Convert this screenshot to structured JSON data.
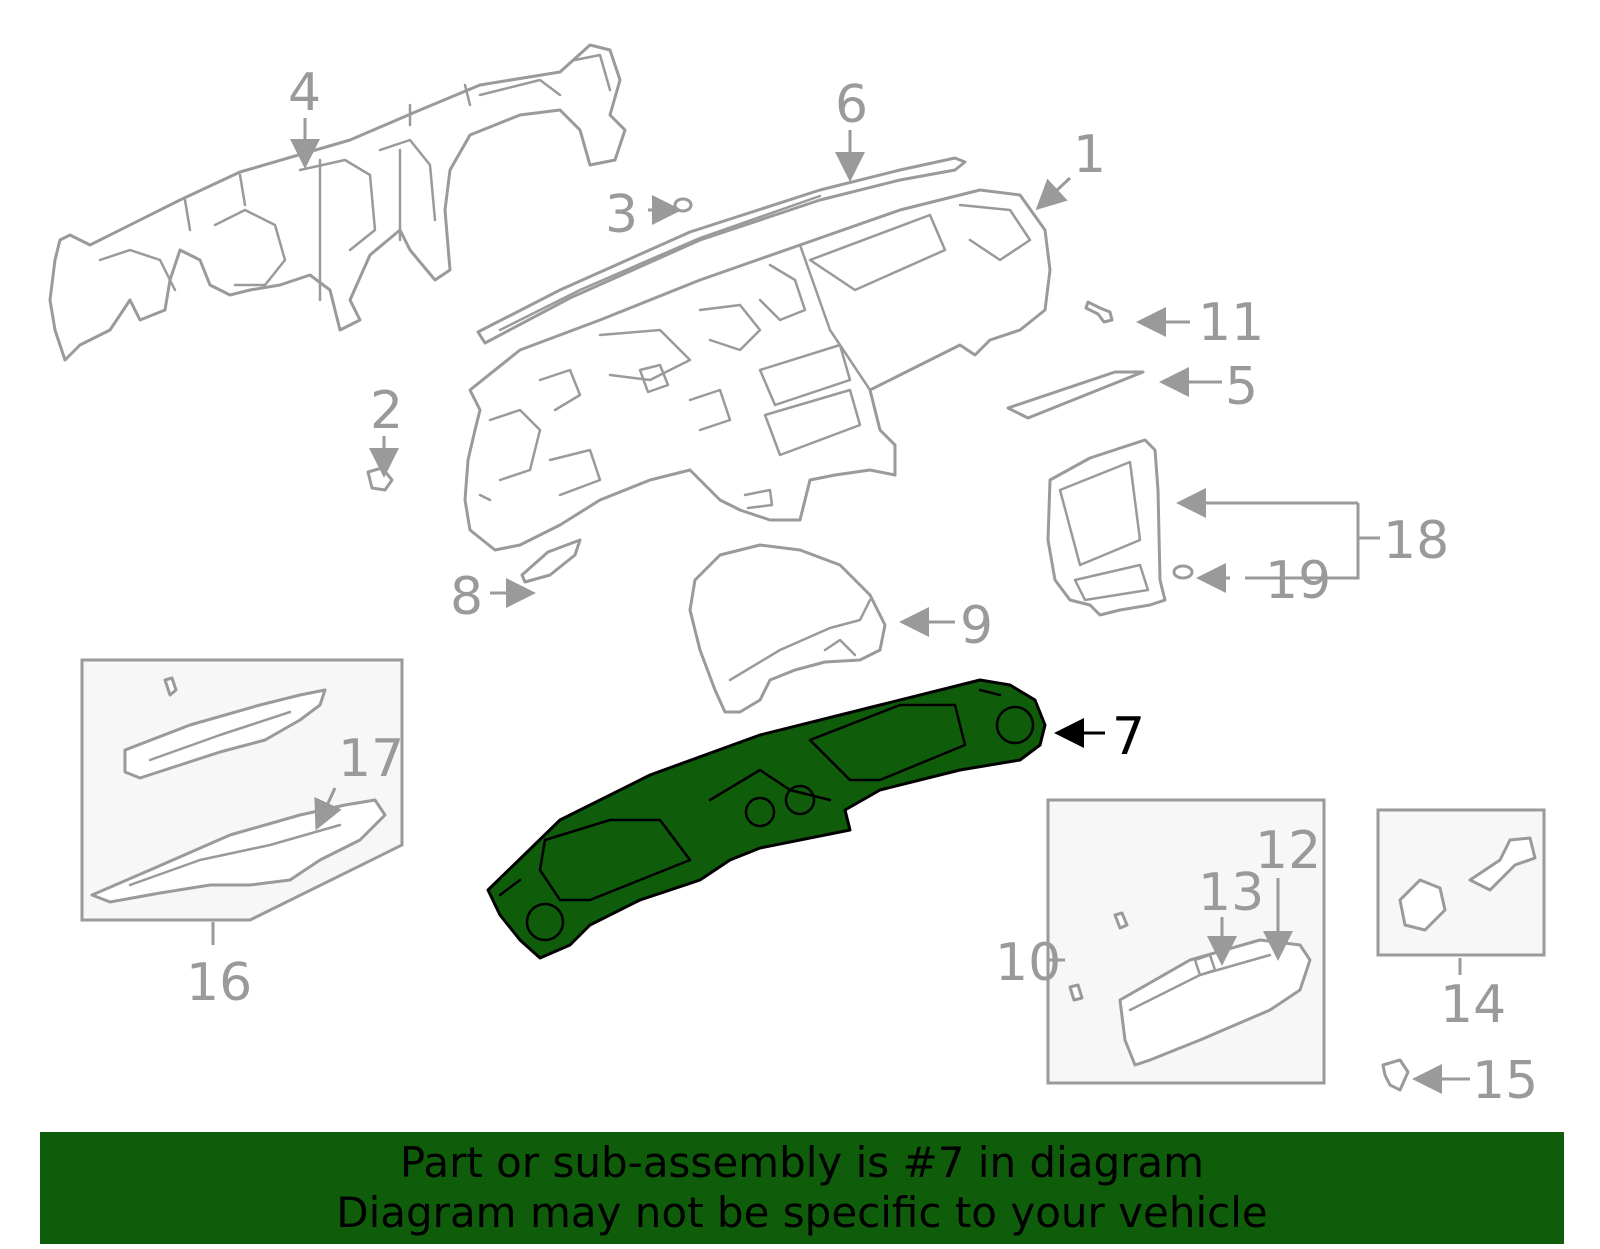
{
  "diagram": {
    "highlighted_part": "7",
    "highlight_color": "#0f5c0a",
    "line_color": "#9a9a9a",
    "callouts": {
      "c1": "1",
      "c2": "2",
      "c3": "3",
      "c4": "4",
      "c5": "5",
      "c6": "6",
      "c7": "7",
      "c8": "8",
      "c9": "9",
      "c10": "10",
      "c11": "11",
      "c12": "12",
      "c13": "13",
      "c14": "14",
      "c15": "15",
      "c16": "16",
      "c17": "17",
      "c18": "18",
      "c19": "19"
    }
  },
  "banner": {
    "line1": "Part or sub-assembly is #7 in diagram",
    "line2": "Diagram may not be specific to your vehicle"
  }
}
